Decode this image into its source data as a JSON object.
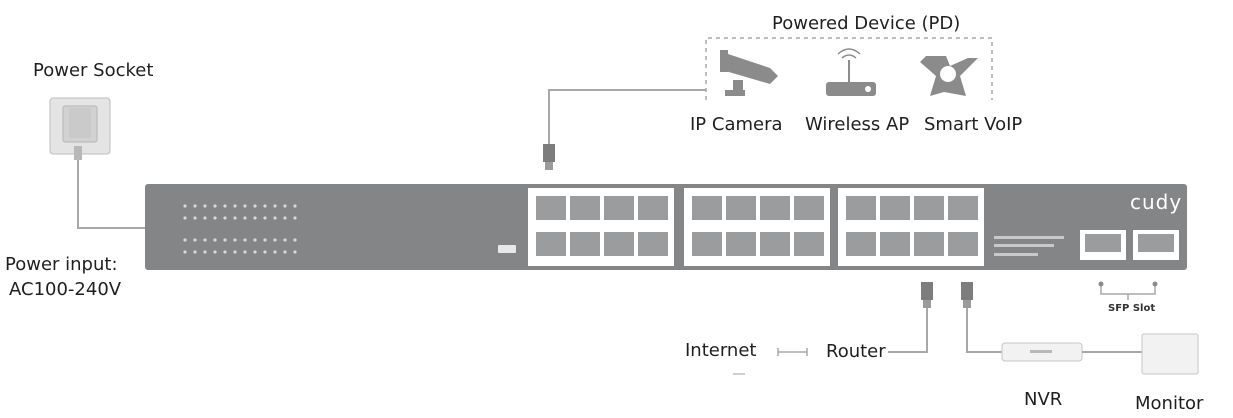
{
  "labels": {
    "power_socket": "Power Socket",
    "power_input_line1": "Power input:",
    "power_input_line2": "AC100-240V",
    "powered_device": "Powered Device (PD)",
    "ip_camera": "IP Camera",
    "wireless_ap": "Wireless AP",
    "smart_voip": "Smart VoIP",
    "internet": "Internet",
    "router": "Router",
    "nvr": "NVR",
    "monitor": "Monitor",
    "sfp_slot": "SFP Slot",
    "brand": "cudy"
  },
  "colors": {
    "switch_body": "#838587",
    "port_bay": "#ffffff",
    "port": "#9a9c9e",
    "line": "#a8a8a8",
    "text": "#1f1f1f"
  },
  "icons": [
    "power-adapter-icon",
    "ip-camera-icon",
    "wireless-ap-icon",
    "smart-voip-icon",
    "rj45-plug-icon",
    "nvr-icon",
    "monitor-icon"
  ]
}
